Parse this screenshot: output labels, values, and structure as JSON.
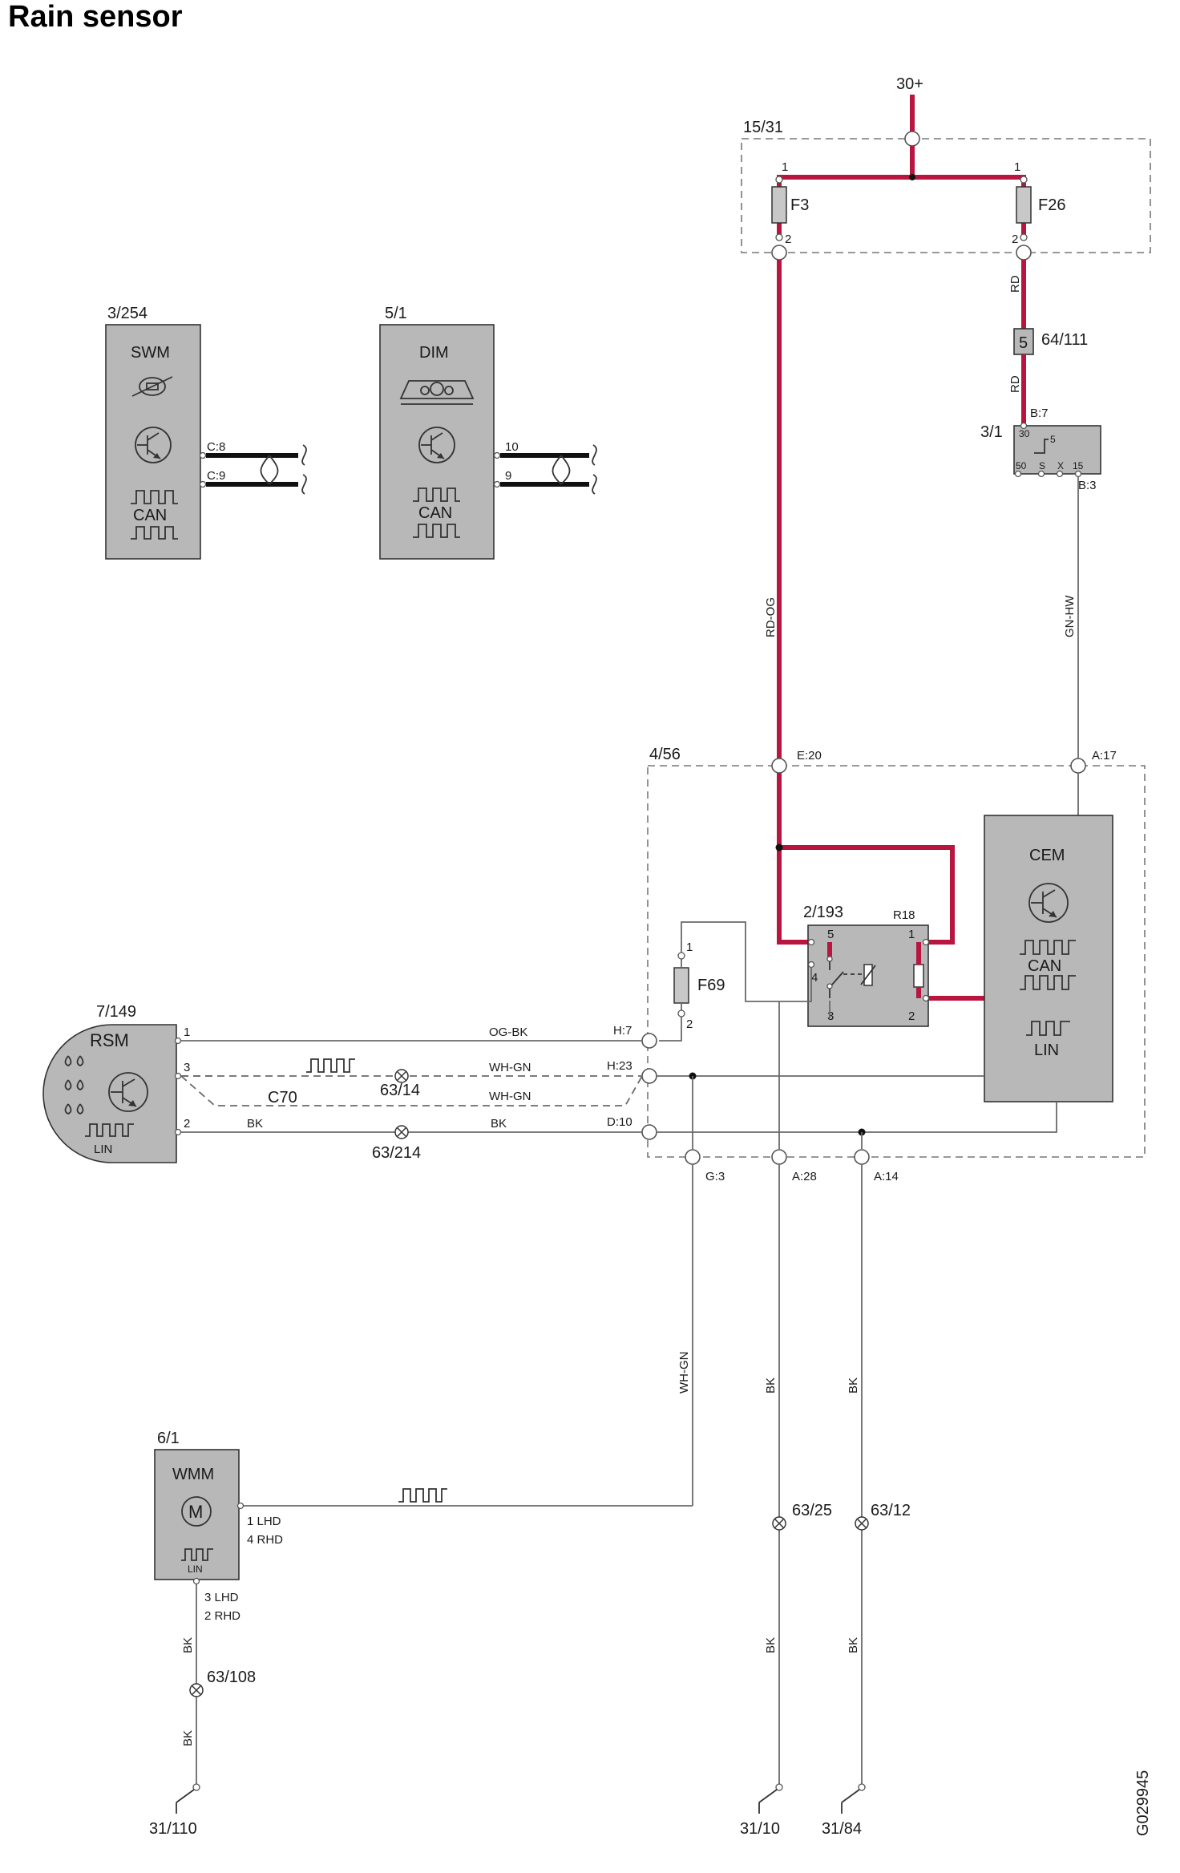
{
  "title": "Rain sensor",
  "supply": {
    "label": "30+"
  },
  "fusebox": {
    "ref": "15/31",
    "fuse_a": "F3",
    "fuse_b": "F26",
    "pin_in": "1",
    "pin_out": "2"
  },
  "connector_64": {
    "ref": "64/111",
    "pin": "5"
  },
  "ignition": {
    "ref": "3/1",
    "in_pin": "B:7",
    "out_pin": "B:3",
    "pins": [
      "30",
      "5",
      "50",
      "S",
      "X",
      "15"
    ]
  },
  "swm": {
    "ref": "3/254",
    "name": "SWM",
    "bus": "CAN",
    "pins": [
      "C:8",
      "C:9"
    ]
  },
  "dim": {
    "ref": "5/1",
    "name": "DIM",
    "bus": "CAN",
    "pins": [
      "10",
      "9"
    ]
  },
  "cem_box": {
    "ref": "4/56",
    "name": "CEM",
    "bus_can": "CAN",
    "bus_lin": "LIN",
    "pins": {
      "e20": "E:20",
      "a17": "A:17",
      "h7": "H:7",
      "h23": "H:23",
      "d10": "D:10",
      "g3": "G:3",
      "a28": "A:28",
      "a14": "A:14"
    }
  },
  "relay": {
    "ref": "2/193",
    "res": "R18",
    "pins": [
      "5",
      "1",
      "4",
      "3",
      "2"
    ]
  },
  "fuse_f69": {
    "name": "F69",
    "pins": [
      "1",
      "2"
    ]
  },
  "rsm": {
    "ref": "7/149",
    "name": "RSM",
    "bus": "LIN",
    "pins": [
      "1",
      "3",
      "2"
    ],
    "harness": "C70"
  },
  "splices": {
    "s1": "63/14",
    "s2": "63/214",
    "s3": "63/25",
    "s4": "63/12",
    "s5": "63/108"
  },
  "wmm": {
    "ref": "6/1",
    "name": "WMM",
    "bus": "LIN",
    "out_pins": [
      "1 LHD",
      "4 RHD"
    ],
    "gnd_pins": [
      "3 LHD",
      "2 RHD"
    ]
  },
  "wires": {
    "rd": "RD",
    "rdog": "RD-OG",
    "gnhw": "GN-HW",
    "ogbk": "OG-BK",
    "whgn": "WH-GN",
    "bk": "BK"
  },
  "grounds": {
    "g1": "31/110",
    "g2": "31/10",
    "g3": "31/84"
  },
  "figure_code": "G029945"
}
